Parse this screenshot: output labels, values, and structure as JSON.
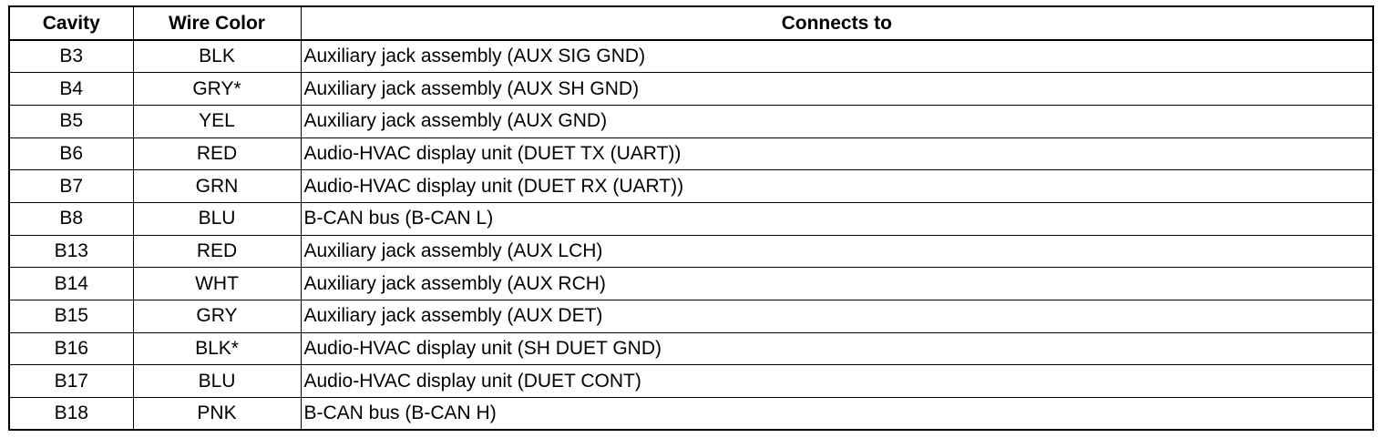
{
  "table": {
    "headers": [
      "Cavity",
      "Wire Color",
      "Connects to"
    ],
    "rows": [
      [
        "B3",
        "BLK",
        "Auxiliary jack assembly (AUX SIG GND)"
      ],
      [
        "B4",
        "GRY*",
        "Auxiliary jack assembly (AUX SH GND)"
      ],
      [
        "B5",
        "YEL",
        "Auxiliary jack assembly (AUX GND)"
      ],
      [
        "B6",
        "RED",
        "Audio-HVAC display unit (DUET TX (UART))"
      ],
      [
        "B7",
        "GRN",
        "Audio-HVAC display unit (DUET RX (UART))"
      ],
      [
        "B8",
        "BLU",
        "B-CAN bus (B-CAN L)"
      ],
      [
        "B13",
        "RED",
        "Auxiliary jack assembly (AUX LCH)"
      ],
      [
        "B14",
        "WHT",
        "Auxiliary jack assembly (AUX RCH)"
      ],
      [
        "B15",
        "GRY",
        "Auxiliary jack assembly (AUX DET)"
      ],
      [
        "B16",
        "BLK*",
        "Audio-HVAC display unit (SH DUET GND)"
      ],
      [
        "B17",
        "BLU",
        "Audio-HVAC display unit (DUET CONT)"
      ],
      [
        "B18",
        "PNK",
        "B-CAN bus (B-CAN H)"
      ]
    ]
  }
}
